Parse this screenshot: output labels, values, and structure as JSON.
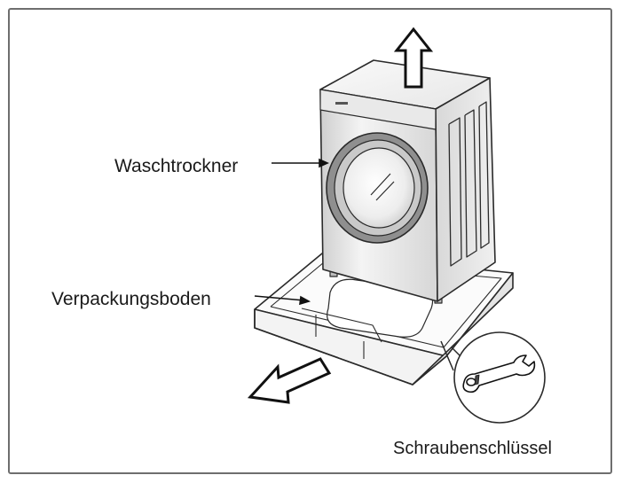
{
  "labels": {
    "washer": "Waschtrockner",
    "packaging_base": "Verpackungsboden",
    "wrench": "Schraubenschlüssel"
  },
  "colors": {
    "frame": "#6e6e6e",
    "line": "#2a2a2a",
    "body_light": "#f2f2f2",
    "body_mid": "#d9d9d9",
    "body_dark": "#b5b5b5",
    "door_ring": "#8f8f8f"
  }
}
